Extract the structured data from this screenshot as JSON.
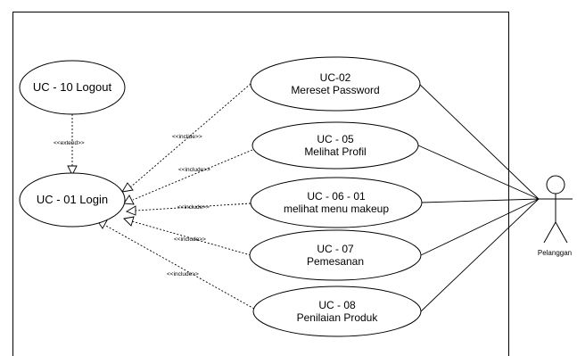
{
  "use_cases": {
    "logout": "UC - 10 Logout",
    "login": "UC - 01 Login",
    "uc02": [
      "UC-02",
      "Mereset Password"
    ],
    "uc05": [
      "UC - 05",
      "Melihat Profil"
    ],
    "uc0601": [
      "UC - 06 - 01",
      "melihat menu makeup"
    ],
    "uc07": [
      "UC - 07",
      "Pemesanan"
    ],
    "uc08": [
      "UC - 08",
      "Penilaian Produk"
    ]
  },
  "relations": {
    "extend": "<<extend>>",
    "include_uc02": "<<inclide>>",
    "include_uc05": "<<include>>",
    "include_uc0601": "<<include>>",
    "include_uc07": "<<include>>",
    "include_uc08": "<<include>>"
  },
  "actor": {
    "name": "Pelanggan"
  }
}
